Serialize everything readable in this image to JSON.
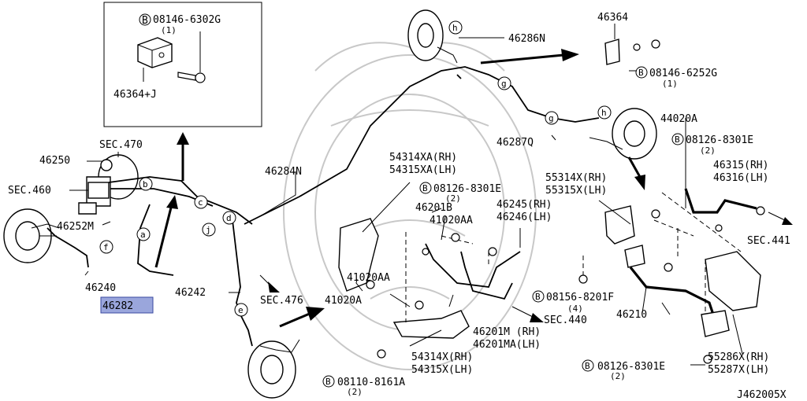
{
  "diagram_code": "J462005X",
  "inset_callouts": [
    {
      "text": "08146-6302G",
      "qty": "(1)",
      "bolt": "B"
    },
    {
      "text": "46364+J"
    }
  ],
  "labels": {
    "p46250": "46250",
    "sec470": "SEC.470",
    "sec460": "SEC.460",
    "p46252m": "46252M",
    "p46240": "46240",
    "p46282": "46282",
    "p46242": "46242",
    "p46284n": "46284N",
    "p46286n": "46286N",
    "p46287q": "46287Q",
    "p46364": "46364",
    "p08146_6252g": "08146-6252G",
    "p08146_6252g_qty": "(1)",
    "p44020a": "44020A",
    "p08126_8301e_a": "08126-8301E",
    "p08126_8301e_a_qty": "(2)",
    "p46315": "46315(RH)",
    "p46316": "46316(LH)",
    "sec441": "SEC.441",
    "p55314x": "55314X(RH)",
    "p55315x": "55315X(LH)",
    "p54314xa": "54314XA(RH)",
    "p54315xa": "54315XA(LH)",
    "p08126_8301e_b": "08126-8301E",
    "p08126_8301e_b_qty": "(2)",
    "p46201b": "46201B",
    "p46245": "46245(RH)",
    "p46246": "46246(LH)",
    "p41020aa_a": "41020AA",
    "p41020aa_b": "41020AA",
    "sec476": "SEC.476",
    "p41020a": "41020A",
    "p08156_8201f": "08156-8201F",
    "p08156_8201f_qty": "(4)",
    "sec440": "SEC.440",
    "p46201m": "46201M  (RH)",
    "p46201ma": "46201MA(LH)",
    "p54314x": "54314X(RH)",
    "p54315x": "54315X(LH)",
    "p08110_8161a": "08110-8161A",
    "p08110_8161a_qty": "(2)",
    "p46210": "46210",
    "p55286x": "55286X(RH)",
    "p55287x": "55287X(LH)",
    "p08126_8301e_c": "08126-8301E",
    "p08126_8301e_c_qty": "(2)"
  },
  "bolt_symbol": "B",
  "connector_letters": [
    "a",
    "b",
    "c",
    "d",
    "e",
    "f",
    "g",
    "g",
    "h",
    "h",
    "j"
  ],
  "highlight": {
    "part": "46282",
    "color": "#9aa6dc"
  }
}
